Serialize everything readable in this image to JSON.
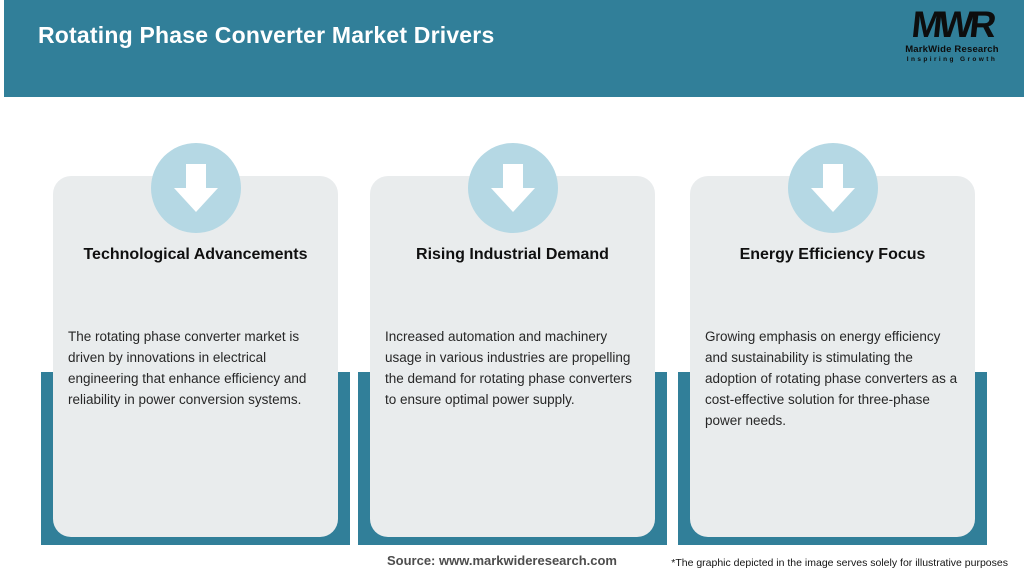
{
  "header": {
    "title": "Rotating Phase Converter Market Drivers",
    "logo": {
      "monogram": "MWR",
      "name": "MarkWide Research",
      "tagline": "Inspiring Growth"
    }
  },
  "drivers": [
    {
      "icon": "down-arrow-icon",
      "title": "Technological Advancements",
      "description": "The rotating phase converter market is driven by innovations in electrical engineering that enhance efficiency and reliability in power conversion systems."
    },
    {
      "icon": "down-arrow-icon",
      "title": "Rising Industrial Demand",
      "description": "Increased automation and machinery usage in various industries are propelling the demand for rotating phase converters to ensure optimal power supply."
    },
    {
      "icon": "down-arrow-icon",
      "title": "Energy Efficiency Focus",
      "description": "Growing emphasis on energy efficiency and sustainability is stimulating the adoption of rotating phase converters as a cost-effective solution for three-phase power needs."
    }
  ],
  "footer": {
    "source": "Source: www.markwideresearch.com",
    "disclaimer": "*The graphic depicted in the image serves solely for illustrative purposes"
  },
  "colors": {
    "header_teal": "#317f99",
    "frame_teal": "#317f99",
    "circle_blue": "#b5d8e4",
    "card_gray": "#e9eced"
  }
}
